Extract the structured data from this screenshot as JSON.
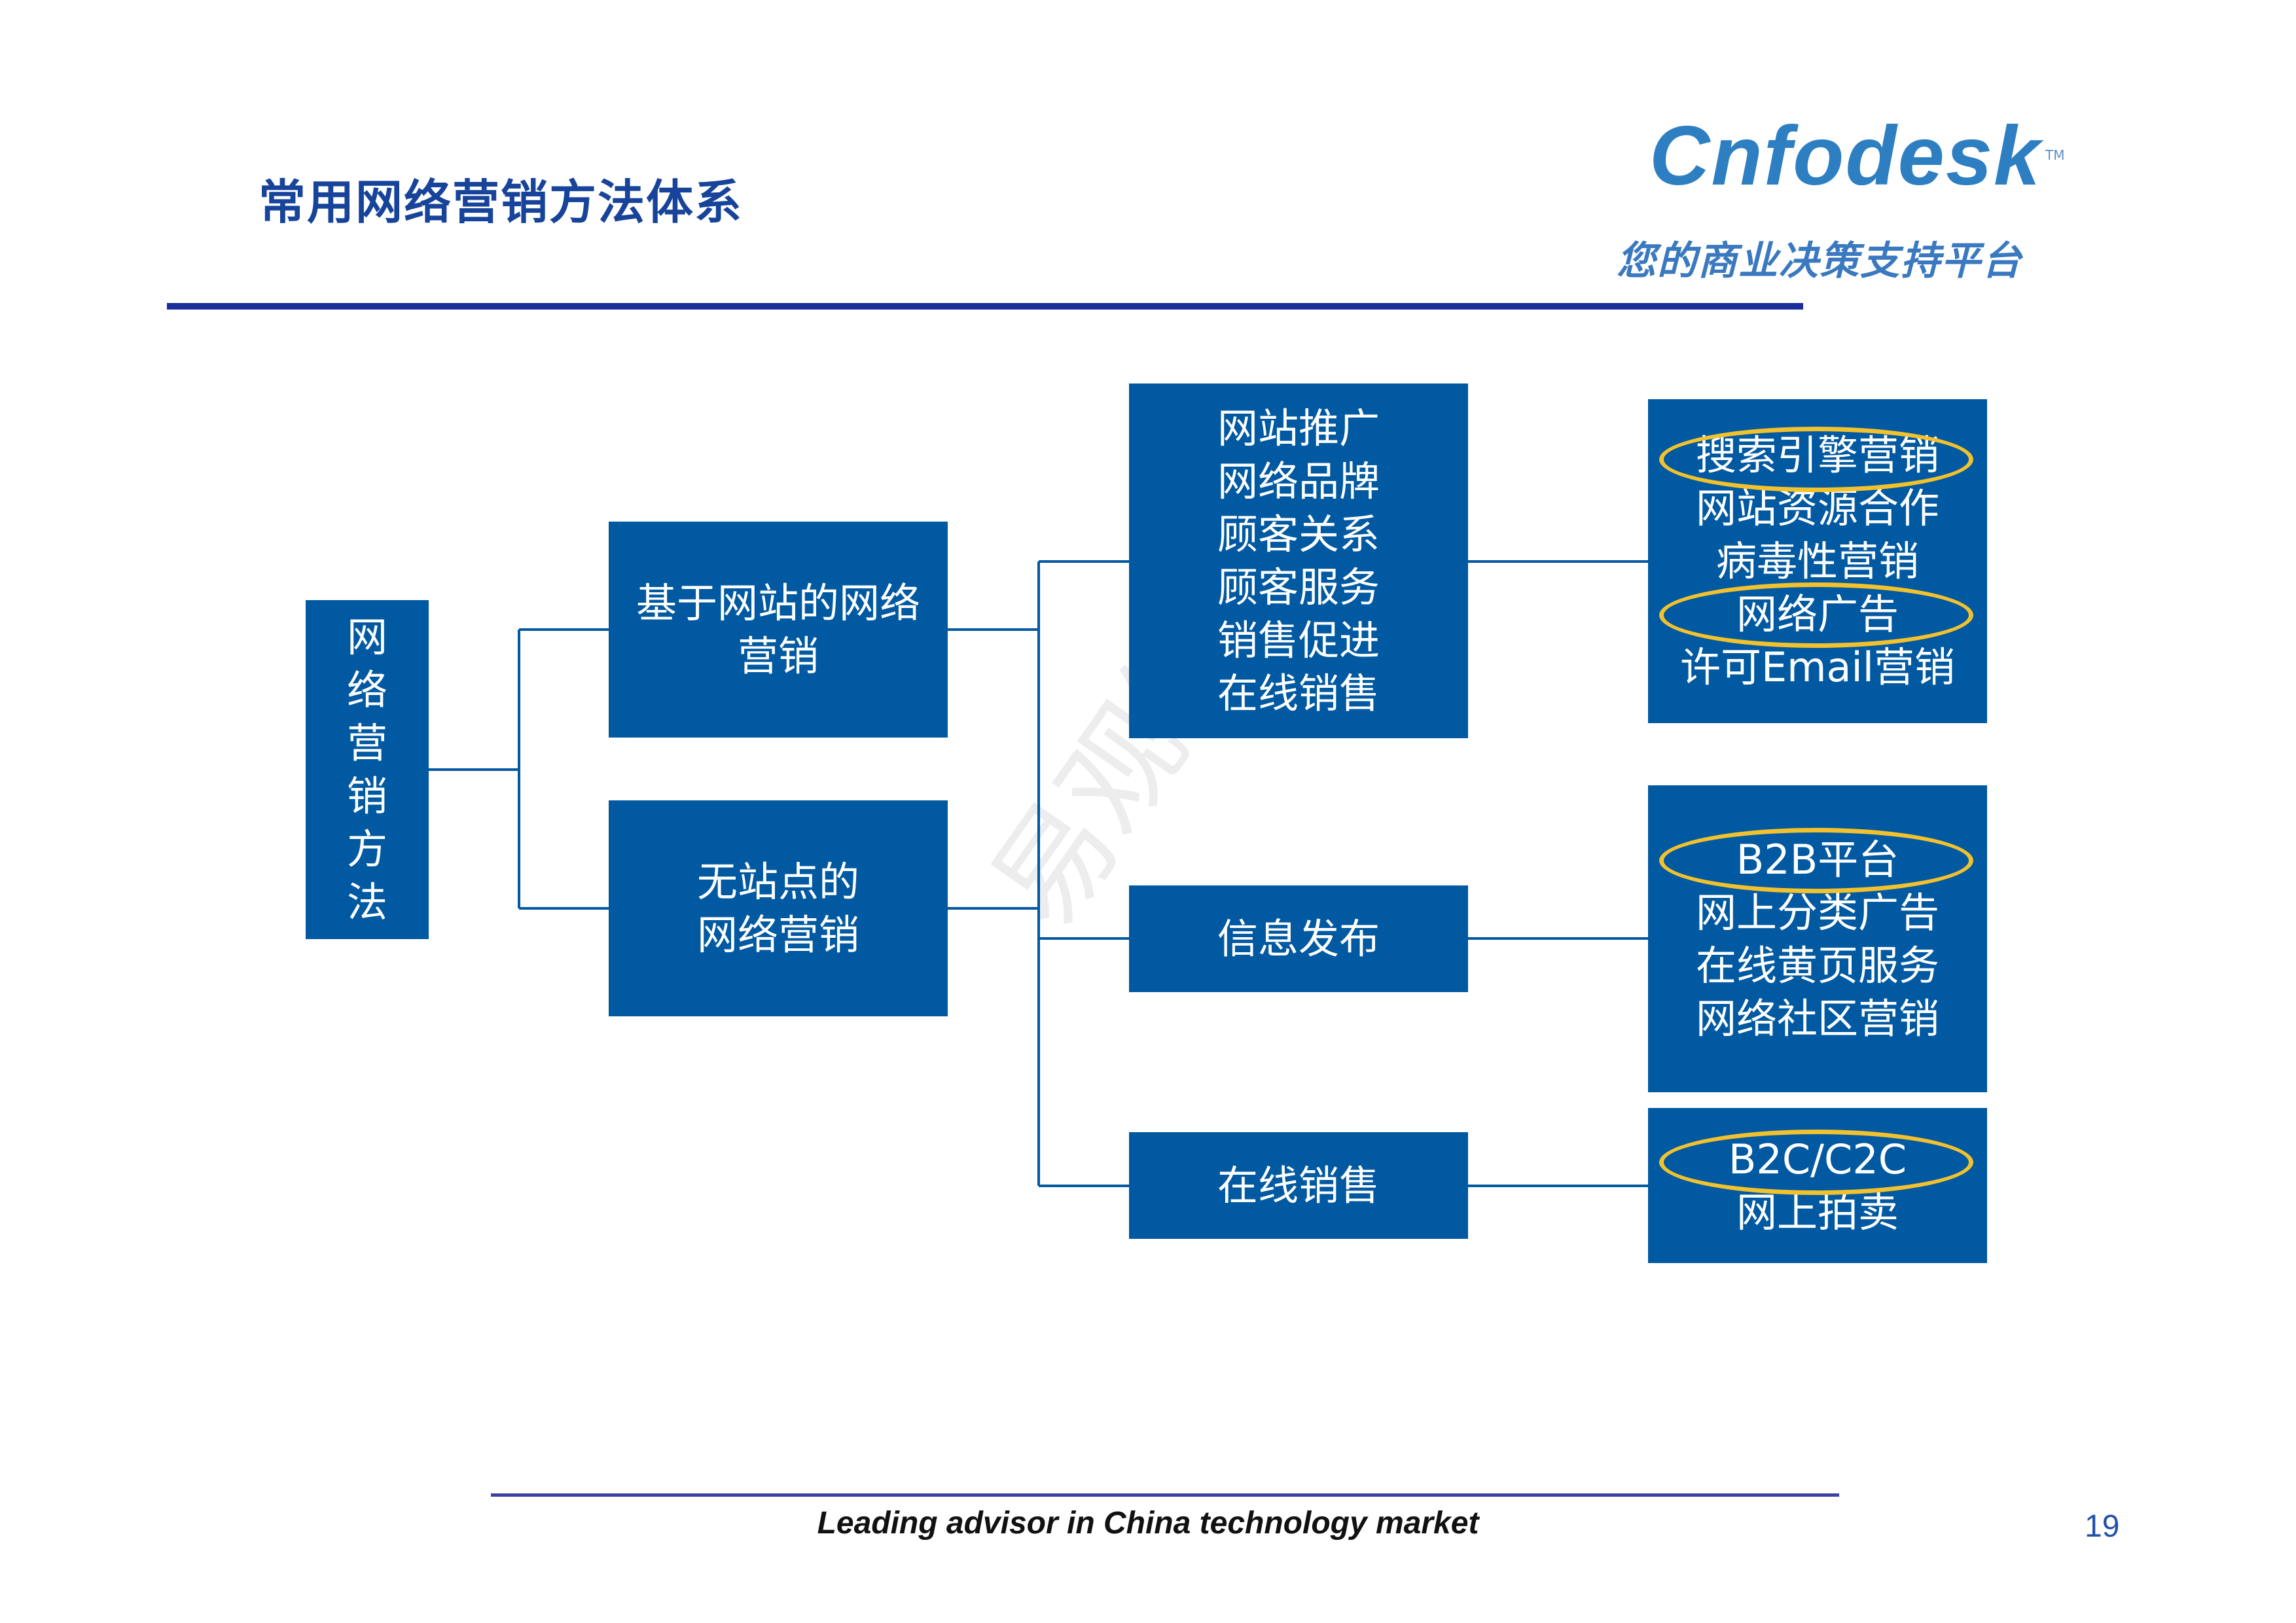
{
  "slide": {
    "title": "常用网络营销方法体系",
    "footer": "Leading advisor in China technology market",
    "page_number": "19"
  },
  "logo": {
    "wordmark": "Cnfodesk",
    "trademark": "TM",
    "tagline": "您的商业决策支持平台"
  },
  "watermark": "易观智库",
  "colors": {
    "box_fill": "#0059a1",
    "title_blue": "#17449a",
    "rule_blue": "#1a2e9b",
    "highlight_oval": "#f2c12e"
  },
  "diagram": {
    "root": {
      "chars": [
        "网",
        "络",
        "营",
        "销",
        "方",
        "法"
      ]
    },
    "level1": [
      {
        "lines": [
          "基于网站的网络营销"
        ]
      },
      {
        "lines": [
          "无站点的",
          "网络营销"
        ]
      }
    ],
    "level2": [
      {
        "lines": [
          "网站推广",
          "网络品牌",
          "顾客关系",
          "顾客服务",
          "销售促进",
          "在线销售"
        ]
      },
      {
        "lines": [
          "信息发布"
        ]
      },
      {
        "lines": [
          "在线销售"
        ]
      }
    ],
    "level3": [
      {
        "lines": [
          "搜索引擎营销",
          "网站资源合作",
          "病毒性营销",
          "网络广告",
          "许可Email营销"
        ]
      },
      {
        "lines": [
          "B2B平台",
          "网上分类广告",
          "在线黄页服务",
          "网络社区营销"
        ]
      },
      {
        "lines": [
          "B2C/C2C",
          "网上拍卖"
        ]
      }
    ],
    "highlighted_items": [
      "搜索引擎营销",
      "网络广告",
      "B2B平台",
      "B2C/C2C"
    ]
  }
}
